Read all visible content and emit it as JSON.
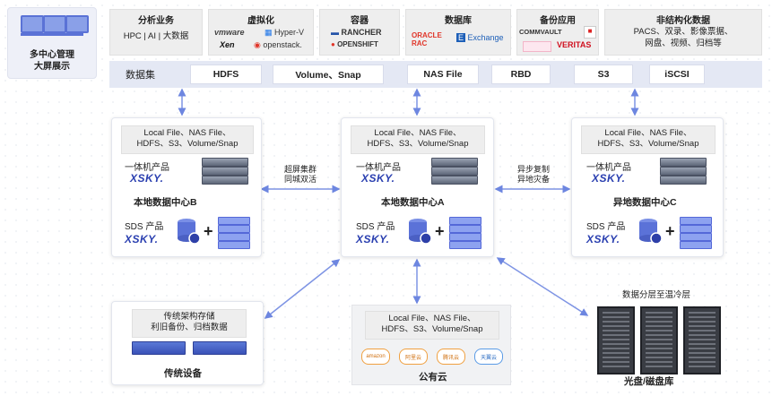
{
  "top_left": {
    "label_line1": "多中心管理",
    "label_line2": "大屏展示"
  },
  "categories": {
    "analytics": {
      "title": "分析业务",
      "line": "HPC | AI | 大数据"
    },
    "virtualization": {
      "title": "虚拟化",
      "brands": [
        "vmware",
        "Hyper-V",
        "Xen",
        "openstack."
      ]
    },
    "container": {
      "title": "容器",
      "brands": [
        "RANCHER",
        "OPENSHIFT"
      ]
    },
    "database": {
      "title": "数据库",
      "brands": [
        "ORACLE RAC",
        "Exchange"
      ]
    },
    "backup": {
      "title": "备份应用",
      "brands": [
        "COMMVAULT",
        "VERITAS"
      ]
    },
    "unstructured": {
      "title": "非结构化数据",
      "line1": "PACS、双录、影像票据、",
      "line2": "网盘、视频、归档等"
    }
  },
  "protocols": {
    "label": "数据集",
    "items": [
      "HDFS",
      "Volume、Snap",
      "NAS File",
      "RBD",
      "S3",
      "iSCSI"
    ]
  },
  "dc_common": {
    "file_line1": "Local File、NAS File、",
    "file_line2": "HDFS、S3、Volume/Snap",
    "appliance_label": "一体机产品",
    "sds_label": "SDS 产品",
    "xsky": "XSKY."
  },
  "dc_b": {
    "title": "本地数据中心B"
  },
  "dc_a": {
    "title": "本地数据中心A"
  },
  "dc_c": {
    "title": "异地数据中心C"
  },
  "links": {
    "ab_line1": "超屏集群",
    "ab_line2": "同城双活",
    "ac_line1": "异步复制",
    "ac_line2": "异地灾备"
  },
  "legacy": {
    "line1": "传统架构存储",
    "line2": "利旧备份、归档数据",
    "title": "传统设备"
  },
  "public_cloud": {
    "line1": "Local File、NAS File、",
    "line2": "HDFS、S3、Volume/Snap",
    "title": "公有云",
    "clouds": [
      "amazon",
      "阿里云",
      "腾讯云",
      "天翼云"
    ]
  },
  "optical": {
    "top_label": "数据分层至温冷层",
    "title": "光盘/磁盘库"
  }
}
